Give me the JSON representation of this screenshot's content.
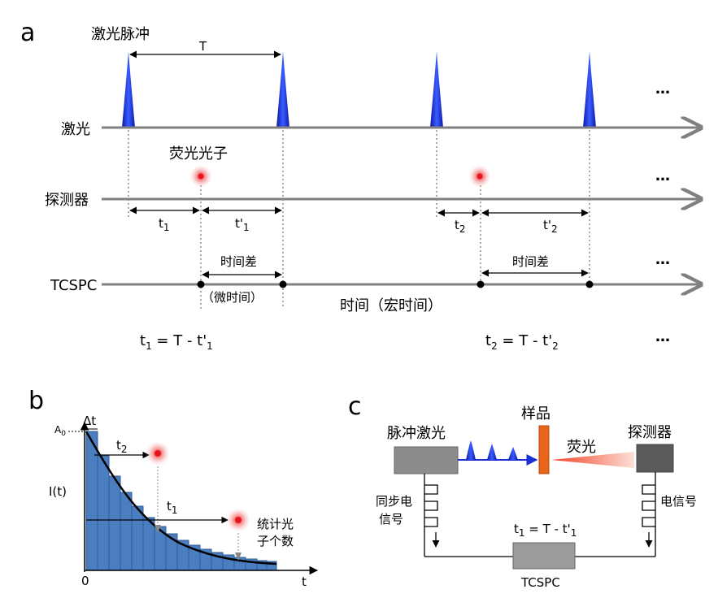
{
  "panel_a": {
    "label": "a",
    "pulse_label": "激光脉冲",
    "period_label": "T",
    "laser_axis": "激光",
    "photon_label": "荧光光子",
    "detector_axis": "探测器",
    "tcspc_axis": "TCSPC",
    "t1_main": "t",
    "t1_sub": "1",
    "t1p_main": "t'",
    "t1p_sub": "1",
    "t2_main": "t",
    "t2_sub": "2",
    "t2p_main": "t'",
    "t2p_sub": "2",
    "time_diff": "时间差",
    "micro_time": "（微时间）",
    "macro_time": "时间（宏时间）",
    "eq_parts": [
      "t",
      "1",
      " = T - t'",
      "1"
    ],
    "eq2_parts": [
      "t",
      "2",
      " = T - t'",
      "2"
    ],
    "ellipsis": "…"
  },
  "panel_b": {
    "label": "b",
    "dt_label": "Δt",
    "a0_main": "A",
    "a0_sub": "0",
    "ylabel": "I(t)",
    "xlabel": "t",
    "zero": "0",
    "t2_main": "t",
    "t2_sub": "2",
    "t1_main": "t",
    "t1_sub": "1",
    "count_label_line1": "统计光",
    "count_label_line2": "子个数"
  },
  "panel_c": {
    "label": "c",
    "sample": "样品",
    "pulse_laser": "脉冲激光",
    "fluorescence": "荧光",
    "detector": "探测器",
    "sync_line1": "同步电",
    "sync_line2": "信号",
    "electric_signal": "电信号",
    "eq_parts": [
      "t",
      "1",
      " = T - t'",
      "1"
    ],
    "tcspc": "TCSPC"
  },
  "colors": {
    "pulse": "#1b2fd6",
    "axis": "#808080",
    "photon": "#e8141c",
    "hist_bar": "#4a7ec0",
    "sample": "#e8651a",
    "box": "#8c8c8c",
    "detector_box": "#5a5a5a"
  }
}
